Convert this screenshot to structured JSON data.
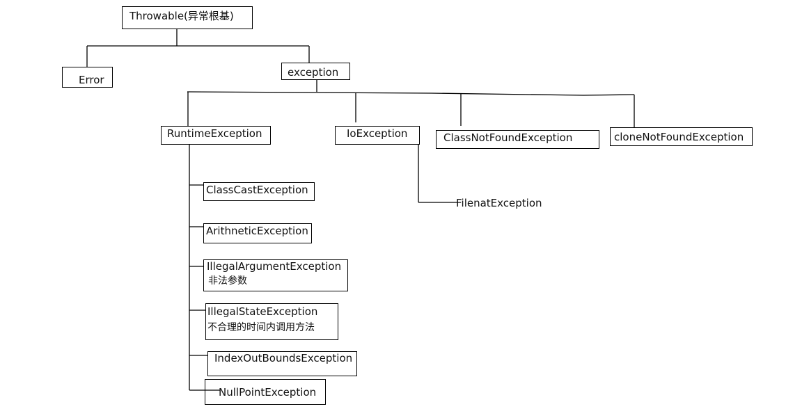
{
  "nodes": {
    "throwable": "Throwable(异常根基)",
    "error": "Error",
    "exception": "exception",
    "runtime_exception": "RuntimeException",
    "io_exception": "IoException",
    "class_not_found_exception": "ClassNotFoundException",
    "clone_not_found_exception": "cloneNotFoundException",
    "class_cast_exception": "ClassCastException",
    "arithnetic_exception": "ArithneticException",
    "illegal_argument_exception": {
      "name": "IllegalArgumentException",
      "note": "非法参数"
    },
    "illegal_state_exception": {
      "name": "IllegalStateException",
      "note": "不合理的时间内调用方法"
    },
    "index_out_bounds_exception": "IndexOutBoundsException",
    "null_point_exception": "NullPointException",
    "filenat_exception": "FilenatException"
  },
  "colors": {
    "line": "#000000",
    "box_border": "#000000",
    "text": "#111111",
    "background": "#ffffff"
  }
}
